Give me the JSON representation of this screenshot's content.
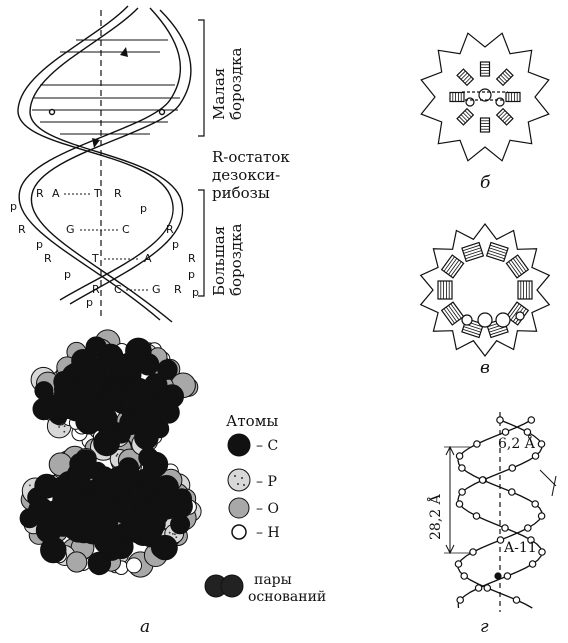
{
  "panels": {
    "a": {
      "label": "а"
    },
    "b": {
      "label": "б"
    },
    "v": {
      "label": "в"
    },
    "g": {
      "label": "г"
    }
  },
  "helix": {
    "minor_groove_line1": "Малая",
    "minor_groove_line2": "бороздка",
    "r_residue_line1": "R-остаток",
    "r_residue_line2": "дезокси-",
    "r_residue_line3": "рибозы",
    "major_groove_line1": "Большая",
    "major_groove_line2": "бороздка",
    "pair1": {
      "left": "R",
      "base1": "A",
      "base2": "T",
      "right": "R"
    },
    "pair2": {
      "left": "R",
      "base1": "G",
      "base2": "C",
      "right": "R"
    },
    "pair3": {
      "left": "R",
      "base1": "T",
      "base2": "A",
      "right": "R"
    },
    "pair4": {
      "left": "R",
      "base1": "C",
      "base2": "G",
      "right": "R"
    },
    "phosphate": "p"
  },
  "legend": {
    "title": "Атомы",
    "items": [
      {
        "symbol": "– C",
        "color": "#111111"
      },
      {
        "symbol": "– P",
        "color": "#d8d8d8"
      },
      {
        "symbol": "– O",
        "color": "#a8a8a8"
      },
      {
        "symbol": "– H",
        "color": "#ffffff"
      }
    ],
    "pairs_line1": "пары",
    "pairs_line2": "оснований"
  },
  "form_a": {
    "pitch": "28,2 Å",
    "width": "6,2 Å",
    "name": "A-11"
  }
}
